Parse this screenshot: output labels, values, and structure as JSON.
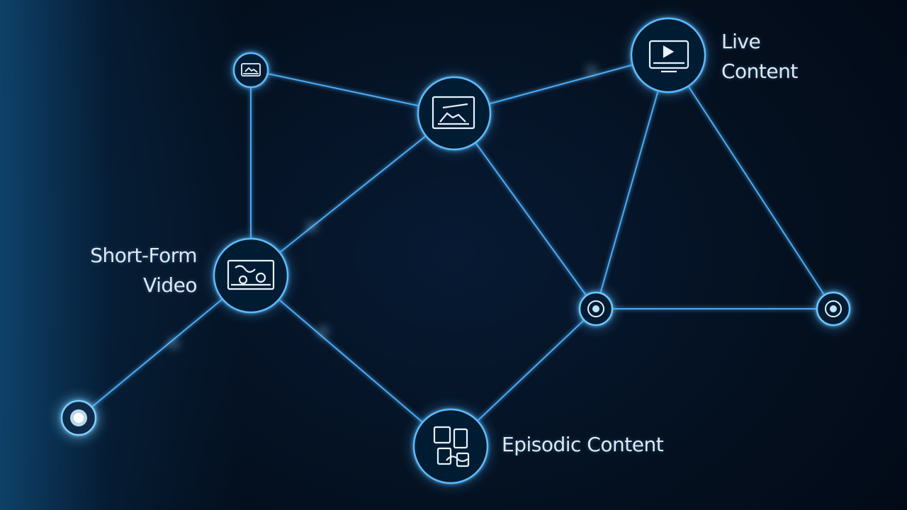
{
  "labels": {
    "live": {
      "line1": "Live",
      "line2": "Content"
    },
    "short_form": {
      "line1": "Short-Form",
      "line2": "Video"
    },
    "episodic": {
      "line1": "Episodic Content"
    }
  },
  "icons": {
    "top_left_node": "small-video-icon",
    "center_node": "image-frame-icon",
    "live_node": "monitor-play-icon",
    "short_form_node": "video-clip-icon",
    "episodic_node": "layered-content-icon",
    "right_mid_node": "circle-dot-icon",
    "far_right_node": "circle-dot-icon",
    "bottom_left_node": "circle-dot-icon"
  },
  "colors": {
    "edge": "#4fb3ff",
    "node_stroke": "#5cbcff",
    "node_fill": "#061a33",
    "icon": "#e8f2ff",
    "text": "#dde9f5"
  }
}
